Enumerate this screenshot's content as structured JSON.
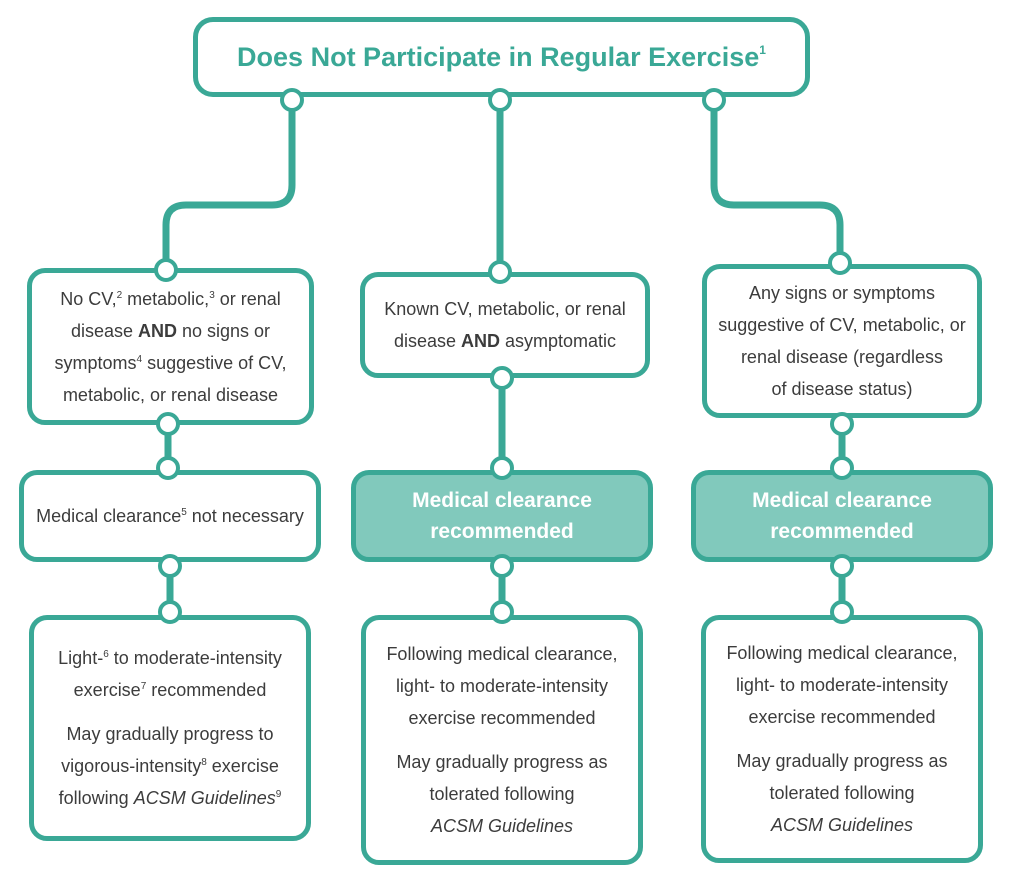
{
  "title": {
    "text": "Does Not Participate in Regular Exercise",
    "sup": "1"
  },
  "columns": [
    {
      "condition": {
        "lines": [
          [
            {
              "t": "No CV,"
            },
            {
              "sup": "2"
            },
            {
              "t": " metabolic,"
            },
            {
              "sup": "3"
            },
            {
              "t": " or renal"
            }
          ],
          [
            {
              "t": "disease "
            },
            {
              "b": "AND"
            },
            {
              "t": " no signs or"
            }
          ],
          [
            {
              "t": "symptoms"
            },
            {
              "sup": "4"
            },
            {
              "t": " suggestive of CV,"
            }
          ],
          [
            {
              "t": "metabolic, or renal disease"
            }
          ]
        ]
      },
      "clearance": {
        "style": "plain",
        "lines": [
          [
            {
              "t": "Medical clearance"
            },
            {
              "sup": "5"
            },
            {
              "t": " not necessary"
            }
          ]
        ]
      },
      "recommendation": {
        "paragraphs": [
          [
            [
              {
                "t": "Light-"
              },
              {
                "sup": "6"
              },
              {
                "t": " to moderate-intensity"
              }
            ],
            [
              {
                "t": "exercise"
              },
              {
                "sup": "7"
              },
              {
                "t": " recommended"
              }
            ]
          ],
          [
            [
              {
                "t": "May gradually progress to"
              }
            ],
            [
              {
                "t": "vigorous-intensity"
              },
              {
                "sup": "8"
              },
              {
                "t": " exercise"
              }
            ],
            [
              {
                "t": "following "
              },
              {
                "i": "ACSM Guidelines"
              },
              {
                "sup": "9"
              }
            ]
          ]
        ]
      }
    },
    {
      "condition": {
        "lines": [
          [
            {
              "t": "Known CV, metabolic, or renal"
            }
          ],
          [
            {
              "t": "disease "
            },
            {
              "b": "AND"
            },
            {
              "t": " asymptomatic"
            }
          ]
        ]
      },
      "clearance": {
        "style": "filled",
        "lines": [
          [
            {
              "t": "Medical clearance"
            }
          ],
          [
            {
              "t": "recommended"
            }
          ]
        ]
      },
      "recommendation": {
        "paragraphs": [
          [
            [
              {
                "t": "Following medical clearance,"
              }
            ],
            [
              {
                "t": "light- to moderate-intensity"
              }
            ],
            [
              {
                "t": "exercise recommended"
              }
            ]
          ],
          [
            [
              {
                "t": "May gradually progress as"
              }
            ],
            [
              {
                "t": "tolerated following"
              }
            ],
            [
              {
                "i": "ACSM Guidelines"
              }
            ]
          ]
        ]
      }
    },
    {
      "condition": {
        "lines": [
          [
            {
              "t": "Any signs or symptoms"
            }
          ],
          [
            {
              "t": "suggestive of CV, metabolic, or"
            }
          ],
          [
            {
              "t": "renal disease (regardless"
            }
          ],
          [
            {
              "t": "of disease status)"
            }
          ]
        ]
      },
      "clearance": {
        "style": "filled",
        "lines": [
          [
            {
              "t": "Medical clearance"
            }
          ],
          [
            {
              "t": "recommended"
            }
          ]
        ]
      },
      "recommendation": {
        "paragraphs": [
          [
            [
              {
                "t": "Following medical clearance,"
              }
            ],
            [
              {
                "t": "light- to moderate-intensity"
              }
            ],
            [
              {
                "t": "exercise recommended"
              }
            ]
          ],
          [
            [
              {
                "t": "May gradually progress as"
              }
            ],
            [
              {
                "t": "tolerated following"
              }
            ],
            [
              {
                "i": "ACSM Guidelines"
              }
            ]
          ]
        ]
      }
    }
  ],
  "colors": {
    "accent": "#3aa896",
    "fill": "#81c9bc",
    "text": "#3c3c3c"
  }
}
